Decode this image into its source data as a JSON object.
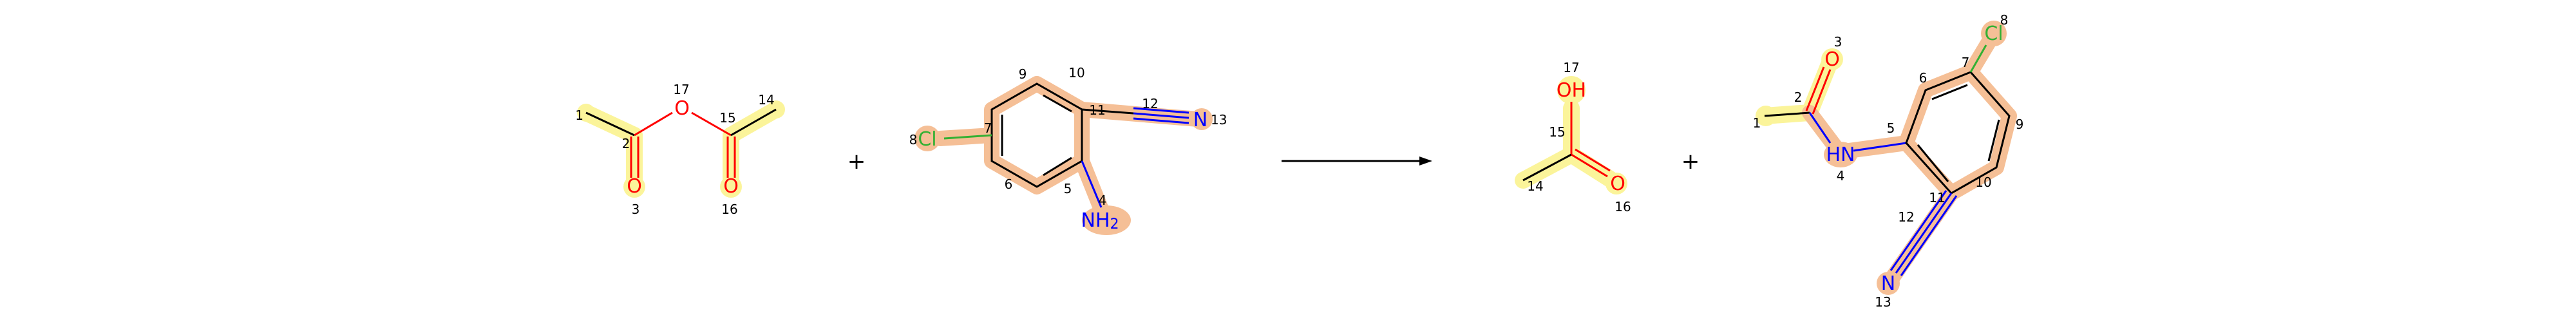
{
  "colors": {
    "bond": "#000000",
    "highlight_yellow": "#fbf49a",
    "highlight_orange": "#f5bf96",
    "bond_orange": "#f0a774",
    "oxygen": "#ff0000",
    "nitrogen": "#0000ff",
    "chlorine": "#33b033"
  },
  "operators": {
    "plus1": "+",
    "plus2": "+"
  },
  "molecules": {
    "anhydride": {
      "labels": {
        "O17": "O",
        "O3": "O",
        "O16": "O"
      },
      "map": {
        "m1": "1",
        "m2": "2",
        "m3": "3",
        "m14": "14",
        "m15": "15",
        "m16": "16",
        "m17": "17"
      }
    },
    "aminobenzonitrile": {
      "labels": {
        "Cl8": "Cl",
        "N13": "N",
        "NH2": "NH",
        "NH2sub": "2"
      },
      "map": {
        "m4": "4",
        "m5": "5",
        "m6": "6",
        "m7": "7",
        "m8": "8",
        "m9": "9",
        "m10": "10",
        "m11": "11",
        "m12": "12",
        "m13": "13"
      }
    },
    "acetic_acid": {
      "labels": {
        "OH17": "OH",
        "O16": "O"
      },
      "map": {
        "m14": "14",
        "m15": "15",
        "m16": "16",
        "m17": "17"
      }
    },
    "amide": {
      "labels": {
        "O3": "O",
        "HN4": "HN",
        "Cl8": "Cl",
        "N13": "N"
      },
      "map": {
        "m1": "1",
        "m2": "2",
        "m3": "3",
        "m4": "4",
        "m5": "5",
        "m6": "6",
        "m7": "7",
        "m8": "8",
        "m9": "9",
        "m10": "10",
        "m11": "11",
        "m12": "12",
        "m13": "13"
      }
    }
  }
}
